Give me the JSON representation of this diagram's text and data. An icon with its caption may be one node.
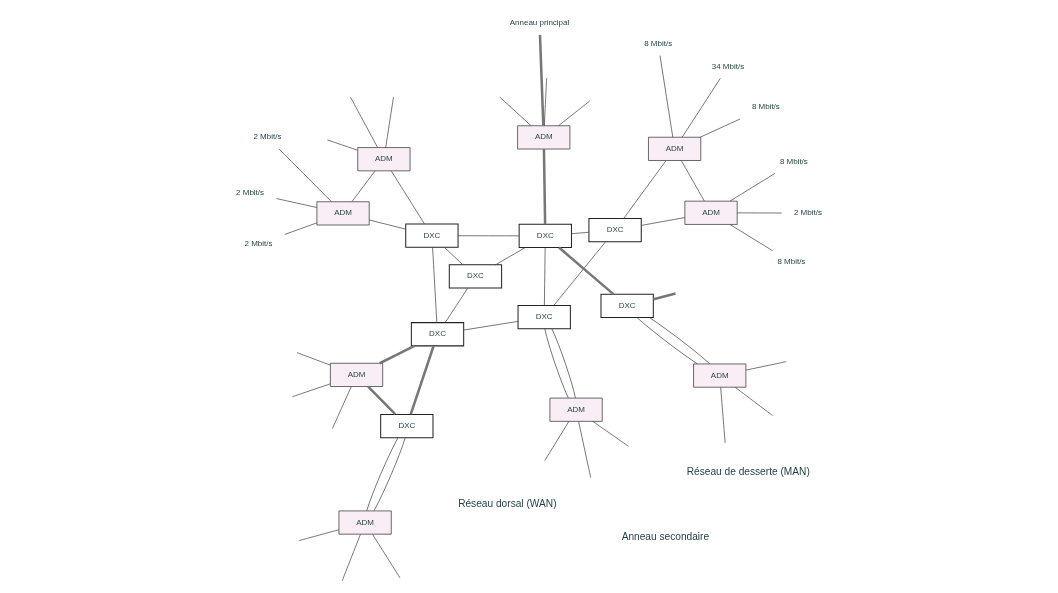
{
  "diagram": {
    "nodes": [
      {
        "text": [
          "ADM"
        ]
      },
      {
        "text": [
          "DXC"
        ]
      },
      {
        "text": [
          "ADM"
        ]
      },
      {
        "text": [
          "DXC"
        ]
      },
      {
        "text": [
          "ADM"
        ]
      },
      {
        "text": [
          "ADM"
        ]
      },
      {
        "text": [
          "DXC"
        ]
      },
      {
        "text": [
          "ADM"
        ]
      },
      {
        "text": [
          "DXC"
        ]
      },
      {
        "text": [
          "DXC"
        ]
      },
      {
        "text": [
          "DXC"
        ]
      },
      {
        "text": [
          "DXC"
        ]
      },
      {
        "text": [
          "ADM"
        ]
      },
      {
        "text": [
          "ADM"
        ]
      },
      {
        "text": [
          "DXC"
        ]
      },
      {
        "text": [
          "ADM"
        ]
      },
      {
        "text": [
          "ADM"
        ]
      },
      {
        "text": [
          "2 Mbit/s"
        ]
      },
      {
        "text": [
          "2 Mbit/s"
        ]
      },
      {
        "text": [
          "2 Mbit/s"
        ]
      },
      {
        "text": [
          "2 Mbit/s"
        ]
      },
      {
        "text": [
          "8 Mbit/s"
        ]
      },
      {
        "text": [
          "8 Mbit/s"
        ]
      },
      {
        "text": [
          "34 Mbit/s"
        ]
      },
      {
        "text": [
          "8 Mbit/s"
        ]
      },
      {
        "text": [
          "8 Mbit/s"
        ]
      },
      {
        "text": [
          "Anneau principal"
        ]
      }
    ],
    "edges": [
      {
        "from": 1,
        "to": 0,
        "arrow": "none"
      },
      {
        "from": 0,
        "to": 1,
        "arrow": "none"
      },
      {
        "from": 1,
        "to": 2,
        "arrow": "none",
        "style": "thick"
      },
      {
        "from": 1,
        "to": 3,
        "arrow": "none",
        "style": "thick"
      },
      {
        "from": 2,
        "to": 3,
        "arrow": "none",
        "style": "thick"
      },
      {
        "from": 4,
        "to": 5,
        "arrow": "none"
      },
      {
        "from": 4,
        "to": 6,
        "arrow": "none"
      },
      {
        "from": 5,
        "to": 6,
        "arrow": "none"
      },
      {
        "from": 3,
        "to": 6,
        "arrow": "none"
      },
      {
        "from": 3,
        "to": 8,
        "arrow": "none"
      },
      {
        "from": 3,
        "to": 9,
        "arrow": "none"
      },
      {
        "from": 6,
        "to": 10,
        "arrow": "none"
      },
      {
        "from": 6,
        "to": 9,
        "arrow": "none"
      },
      {
        "from": 7,
        "to": 8,
        "arrow": "none"
      },
      {
        "from": 7,
        "to": 8,
        "arrow": "none"
      },
      {
        "from": 8,
        "to": 10,
        "arrow": "none"
      },
      {
        "from": 8,
        "to": 11,
        "arrow": "none"
      },
      {
        "from": 11,
        "to": 10,
        "arrow": "none"
      },
      {
        "from": 10,
        "to": 9,
        "arrow": "none"
      },
      {
        "from": 12,
        "to": 11,
        "arrow": "none"
      },
      {
        "from": 12,
        "to": 13,
        "arrow": "none"
      },
      {
        "from": 11,
        "to": 13,
        "arrow": "none"
      },
      {
        "from": 10,
        "to": 15,
        "arrow": "none",
        "style": "thick"
      },
      {
        "from": 10,
        "to": 14,
        "arrow": "none",
        "style": "thick"
      },
      {
        "from": 15,
        "to": 26,
        "arrow": "none",
        "style": "thick"
      },
      {
        "from": 14,
        "to": null,
        "arrow": "none",
        "style": "thick"
      },
      {
        "from": 14,
        "to": 16,
        "arrow": "none"
      },
      {
        "from": 14,
        "to": 16,
        "arrow": "none"
      },
      {
        "from": 0,
        "to": null,
        "arrow": "none"
      },
      {
        "from": 0,
        "to": null,
        "arrow": "none"
      },
      {
        "from": 0,
        "to": null,
        "arrow": "none"
      },
      {
        "from": 2,
        "to": null,
        "arrow": "none"
      },
      {
        "from": 2,
        "to": null,
        "arrow": "none"
      },
      {
        "from": 2,
        "to": null,
        "arrow": "none"
      },
      {
        "from": 4,
        "to": null,
        "arrow": "none"
      },
      {
        "from": 4,
        "to": null,
        "arrow": "none"
      },
      {
        "from": 4,
        "to": null,
        "arrow": "none"
      },
      {
        "from": 5,
        "to": 17,
        "arrow": "none"
      },
      {
        "from": 5,
        "to": 18,
        "arrow": "none"
      },
      {
        "from": 5,
        "to": 19,
        "arrow": "none"
      },
      {
        "from": 7,
        "to": null,
        "arrow": "none"
      },
      {
        "from": 7,
        "to": null,
        "arrow": "none"
      },
      {
        "from": 7,
        "to": null,
        "arrow": "none"
      },
      {
        "from": 12,
        "to": 20,
        "arrow": "none"
      },
      {
        "from": 12,
        "to": 21,
        "arrow": "none"
      },
      {
        "from": 12,
        "to": 22,
        "arrow": "none"
      },
      {
        "from": 13,
        "to": 23,
        "arrow": "none"
      },
      {
        "from": 13,
        "to": 25,
        "arrow": "none"
      },
      {
        "from": 13,
        "to": 24,
        "arrow": "none"
      },
      {
        "from": 15,
        "to": null,
        "arrow": "none"
      },
      {
        "from": 15,
        "to": null,
        "arrow": "none"
      },
      {
        "from": 15,
        "to": null,
        "arrow": "none"
      },
      {
        "from": 16,
        "to": null,
        "arrow": "none"
      },
      {
        "from": 16,
        "to": null,
        "arrow": "none"
      },
      {
        "from": 16,
        "to": null,
        "arrow": "none"
      }
    ],
    "labels": [
      "Réseau dorsal (WAN)",
      "Anneau secondaire",
      "Réseau de desserte (MAN)"
    ]
  }
}
